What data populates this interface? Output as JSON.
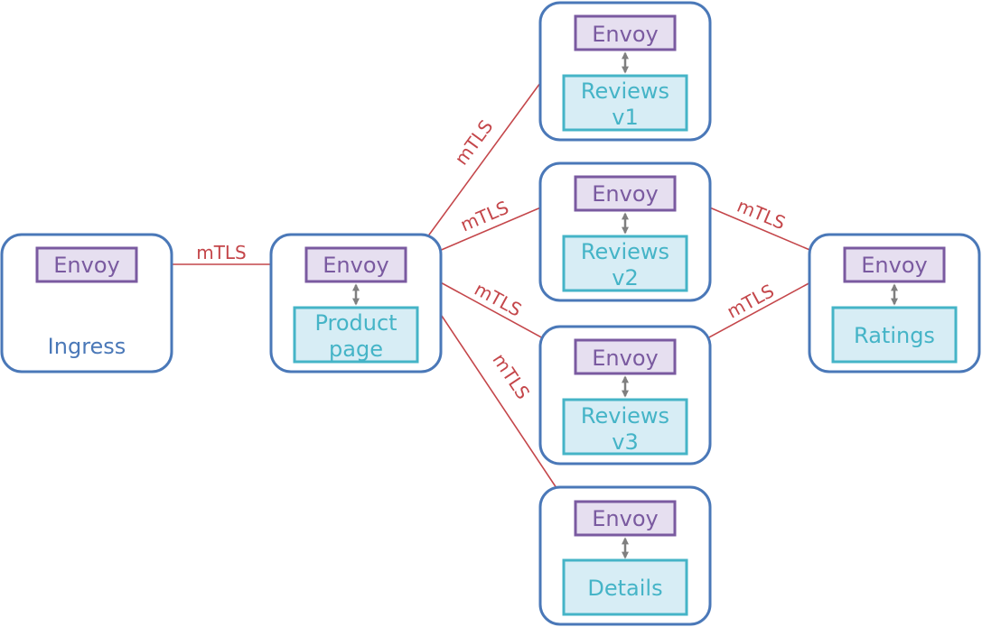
{
  "diagram": {
    "nodes": {
      "ingress": {
        "envoy": "Envoy",
        "label": "Ingress"
      },
      "productpage": {
        "envoy": "Envoy",
        "service_line1": "Product",
        "service_line2": "page"
      },
      "reviews_v1": {
        "envoy": "Envoy",
        "service_line1": "Reviews",
        "service_line2": "v1"
      },
      "reviews_v2": {
        "envoy": "Envoy",
        "service_line1": "Reviews",
        "service_line2": "v2"
      },
      "reviews_v3": {
        "envoy": "Envoy",
        "service_line1": "Reviews",
        "service_line2": "v3"
      },
      "details": {
        "envoy": "Envoy",
        "service": "Details"
      },
      "ratings": {
        "envoy": "Envoy",
        "service": "Ratings"
      }
    },
    "edges": [
      {
        "from": "ingress",
        "to": "productpage",
        "label": "mTLS"
      },
      {
        "from": "productpage",
        "to": "reviews_v1",
        "label": "mTLS"
      },
      {
        "from": "productpage",
        "to": "reviews_v2",
        "label": "mTLS"
      },
      {
        "from": "productpage",
        "to": "reviews_v3",
        "label": "mTLS"
      },
      {
        "from": "productpage",
        "to": "details",
        "label": "mTLS"
      },
      {
        "from": "reviews_v2",
        "to": "ratings",
        "label": "mTLS"
      },
      {
        "from": "reviews_v3",
        "to": "ratings",
        "label": "mTLS"
      }
    ],
    "colors": {
      "pod_border": "#4a78b8",
      "envoy_fill": "#e6dff0",
      "envoy_border": "#7a5aa0",
      "service_fill": "#d7edf5",
      "service_border": "#45b4c7",
      "mtls_arrow": "#c4464a",
      "local_link": "#7f7f7f"
    }
  }
}
